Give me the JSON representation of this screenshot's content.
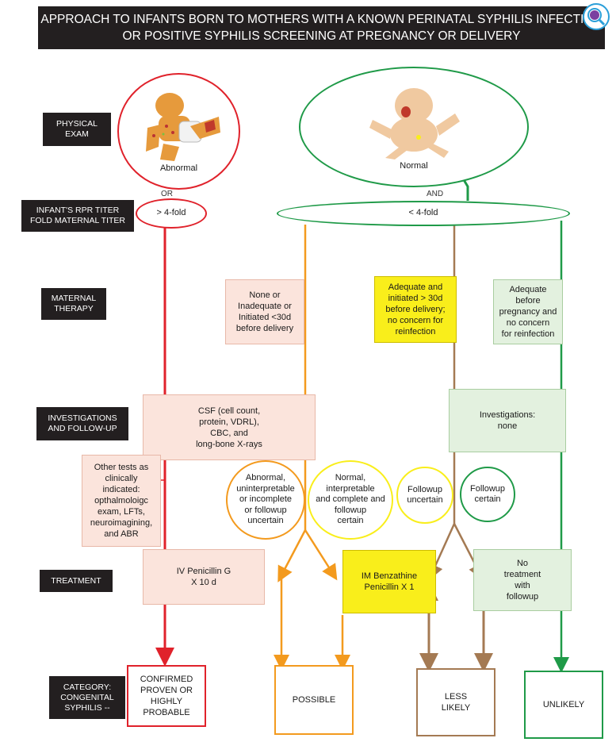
{
  "title": {
    "line1": "APPROACH TO INFANTS BORN TO MOTHERS WITH A KNOWN PERINATAL SYPHILIS INFECTION",
    "line2": "OR POSITIVE SYPHILIS SCREENING AT PREGNANCY OR DELIVERY"
  },
  "row_labels": {
    "physical_exam": [
      "PHYSICAL",
      "EXAM"
    ],
    "rpr_titer": [
      "INFANT'S RPR TITER",
      "FOLD MATERNAL TITER"
    ],
    "maternal_therapy": [
      "MATERNAL",
      "THERAPY"
    ],
    "investigations": [
      "INVESTIGATIONS",
      "AND FOLLOW-UP"
    ],
    "treatment": [
      "TREATMENT"
    ],
    "category": [
      "CATEGORY:",
      "CONGENITAL",
      "SYPHILIS --"
    ]
  },
  "exam": {
    "abnormal": "Abnormal",
    "normal": "Normal",
    "or": "OR",
    "and": "AND"
  },
  "titer": {
    "high": "> 4-fold",
    "low": "< 4-fold"
  },
  "maternal": {
    "none": [
      "None or",
      "Inadequate or",
      "Initiated <30d",
      "before delivery"
    ],
    "adequate_30": [
      "Adequate and",
      "initiated > 30d",
      "before delivery;",
      "no concern for",
      "reinfection"
    ],
    "adequate_before": [
      "Adequate",
      "before",
      "pregnancy and",
      "no concern",
      "for reinfection"
    ]
  },
  "investigations": {
    "csf": [
      "CSF (cell count,",
      "protein, VDRL),",
      "CBC, and",
      "long-bone X-rays"
    ],
    "none": [
      "Investigations:",
      "none"
    ],
    "other_tests": [
      "Other tests as",
      "clinically",
      "indicated:",
      "opthalmoloigc",
      "exam, LFTs,",
      "neuroimagining,",
      "and ABR"
    ]
  },
  "outcomes": {
    "abnormal": [
      "Abnormal,",
      "uninterpretable",
      "or incomplete",
      "or followup",
      "uncertain"
    ],
    "normal": [
      "Normal,",
      "interpretable",
      "and complete and",
      "followup",
      "certain"
    ],
    "followup_uncertain": [
      "Followup",
      "uncertain"
    ],
    "followup_certain": [
      "Followup",
      "certain"
    ]
  },
  "treatment": {
    "iv": [
      "IV Penicillin G",
      "X 10 d"
    ],
    "im": [
      "IM Benzathine",
      "Penicillin X 1"
    ],
    "none": [
      "No",
      "treatment",
      "with",
      "followup"
    ]
  },
  "categories": {
    "confirmed": [
      "CONFIRMED",
      "PROVEN OR",
      "HIGHLY",
      "PROBABLE"
    ],
    "possible": [
      "POSSIBLE"
    ],
    "less_likely": [
      "LESS",
      "LIKELY"
    ],
    "unlikely": [
      "UNLIKELY"
    ]
  },
  "colors": {
    "red": "#e0222b",
    "orange": "#f39a1e",
    "yellow": "#f9ee1b",
    "brown": "#a47a53",
    "green": "#1f9a48",
    "dark": "#231f20"
  }
}
